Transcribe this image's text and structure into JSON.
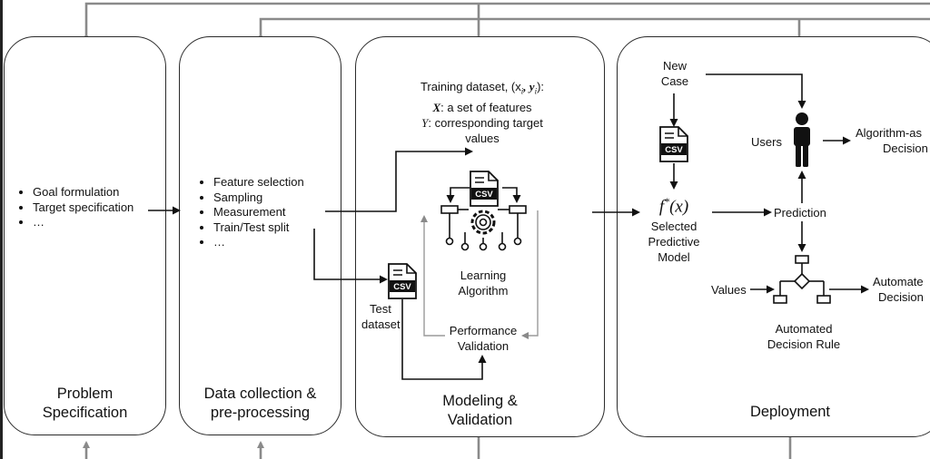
{
  "panels": {
    "problem": {
      "bullets": [
        "Goal formulation",
        "Target specification",
        "…"
      ],
      "title_line1": "Problem",
      "title_line2": "Specification"
    },
    "data": {
      "bullets": [
        "Feature selection",
        "Sampling",
        "Measurement",
        "Train/Test split",
        "…"
      ],
      "title_line1": "Data collection &",
      "title_line2": "pre-processing"
    },
    "modeling": {
      "training_line1": "Training dataset, (x",
      "training_sub1": "i",
      "training_mid": ", y",
      "training_sub2": "i",
      "training_end": "):",
      "x_symbol": "X",
      "x_desc": ": a set of features",
      "y_symbol": "Y",
      "y_desc": ": corresponding target",
      "y_desc2": "values",
      "learning_line1": "Learning",
      "learning_line2": "Algorithm",
      "perf_line1": "Performance",
      "perf_line2": "Validation",
      "test_line1": "Test",
      "test_line2": "dataset",
      "title_line1": "Modeling &",
      "title_line2": "Validation"
    },
    "deployment": {
      "new_case_line1": "New",
      "new_case_line2": "Case",
      "f_star_f": "f",
      "f_star_sup": "*",
      "f_star_arg": "(x)",
      "selected_line1": "Selected",
      "selected_line2": "Predictive",
      "selected_line3": "Model",
      "users": "Users",
      "algo_line1": "Algorithm-as",
      "algo_line2": "Decision",
      "prediction": "Prediction",
      "values": "Values",
      "auto_out_line1": "Automate",
      "auto_out_line2": "Decision",
      "rule_line1": "Automated",
      "rule_line2": "Decision Rule",
      "title": "Deployment"
    }
  },
  "csv_label": "CSV"
}
